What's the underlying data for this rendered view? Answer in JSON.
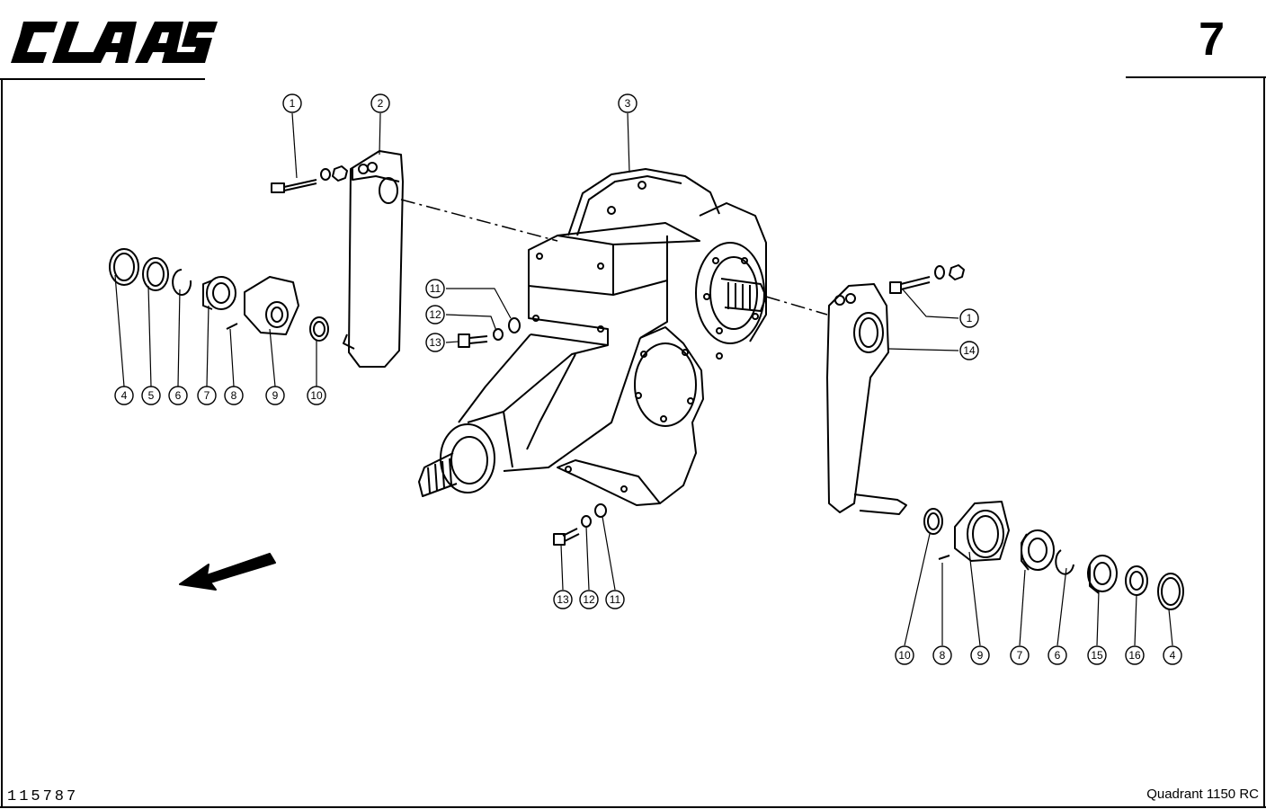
{
  "header": {
    "brand": "CLAAS",
    "page_number": "7"
  },
  "footer": {
    "document_id": "115787",
    "model": "Quadrant 1150 RC"
  },
  "callouts": {
    "c1a": "1",
    "c2": "2",
    "c3": "3",
    "c4a": "4",
    "c5": "5",
    "c6a": "6",
    "c7a": "7",
    "c8a": "8",
    "c9a": "9",
    "c10a": "10",
    "c11a": "11",
    "c12a": "12",
    "c13a": "13",
    "c1b": "1",
    "c14": "14",
    "c13b": "13",
    "c12b": "12",
    "c11b": "11",
    "c10b": "10",
    "c8b": "8",
    "c9b": "9",
    "c7b": "7",
    "c6b": "6",
    "c15": "15",
    "c16": "16",
    "c4b": "4"
  },
  "colors": {
    "ink": "#000000",
    "paper": "#ffffff"
  }
}
